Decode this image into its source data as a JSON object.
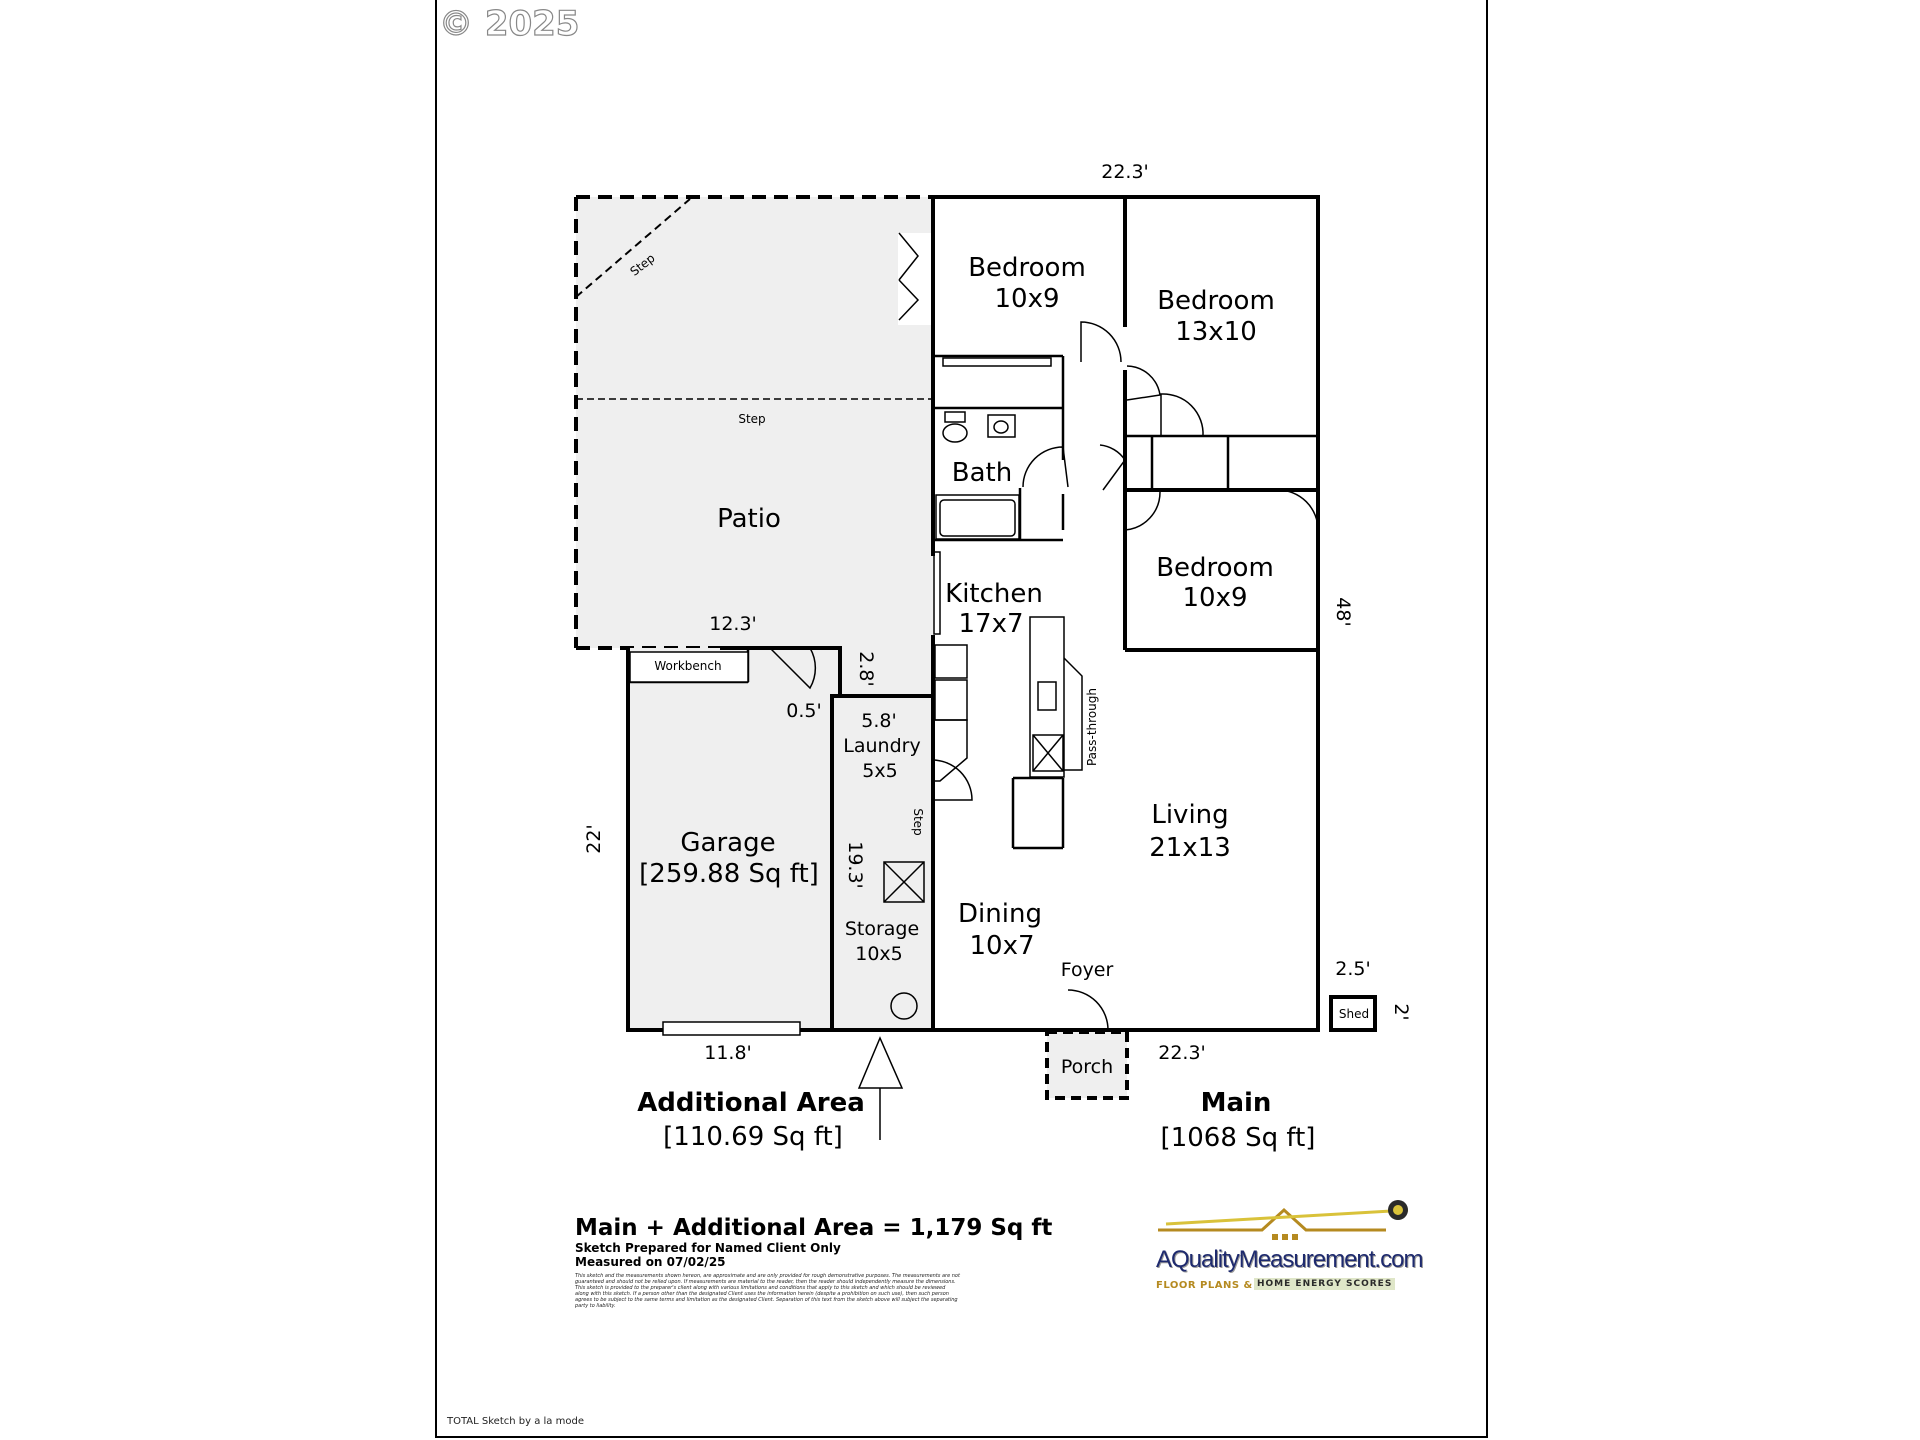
{
  "copyright": "© 2025",
  "footer_credit": "TOTAL Sketch by a la mode",
  "rooms": {
    "bedroom1": {
      "name": "Bedroom",
      "size": "10x9"
    },
    "bedroom2": {
      "name": "Bedroom",
      "size": "13x10"
    },
    "bedroom3": {
      "name": "Bedroom",
      "size": "10x9"
    },
    "bath": {
      "name": "Bath"
    },
    "patio": {
      "name": "Patio"
    },
    "kitchen": {
      "name": "Kitchen",
      "size": "17x7"
    },
    "laundry": {
      "name": "Laundry",
      "size": "5x5"
    },
    "garage": {
      "name": "Garage",
      "area": "[259.88 Sq ft]"
    },
    "storage": {
      "name": "Storage",
      "size": "10x5"
    },
    "dining": {
      "name": "Dining",
      "size": "10x7"
    },
    "living": {
      "name": "Living",
      "size": "21x13"
    },
    "foyer": {
      "name": "Foyer"
    },
    "porch": {
      "name": "Porch"
    },
    "shed": {
      "name": "Shed"
    }
  },
  "labels": {
    "step": "Step",
    "workbench": "Workbench",
    "pass_through": "Pass-through"
  },
  "dimensions": {
    "top": "22.3'",
    "right": "48'",
    "patio_bottom": "12.3'",
    "patio_step_height": "2.8'",
    "offset": "0.5'",
    "laundry_width": "5.8'",
    "garage_height": "22'",
    "storage_height": "19.3'",
    "garage_bottom": "11.8'",
    "main_bottom": "22.3'",
    "shed_width": "2.5'",
    "shed_height": "2'"
  },
  "areas": {
    "additional": {
      "title": "Additional Area",
      "value": "[110.69 Sq ft]"
    },
    "main": {
      "title": "Main",
      "value": "[1068 Sq ft]"
    }
  },
  "summary": {
    "total": "Main + Additional Area = 1,179 Sq ft",
    "prepared": "Sketch Prepared for Named Client Only",
    "measured": "Measured on 07/02/25",
    "disclaimer": "This sketch and the measurements shown hereon, are approximate and are only provided for rough demonstrative purposes. The measurements are not guaranteed and should not be relied upon. If measurements are material to the reader, then the reader should independently measure the dimensions. This sketch is provided to the preparer's client along with various limitations and conditions that apply to this sketch and which should be reviewed along with this sketch. If a person other than the designated Client uses the information herein (despite a prohibition on such use), then such person agrees to be subject to the same terms and limitation as the designated Client. Separation of this text from the sketch above will subject the separating party to liability."
  },
  "logo": {
    "brand": "AQualityMeasurement.com",
    "tag1": "FLOOR PLANS &",
    "tag2": "HOME ENERGY SCORES"
  },
  "colors": {
    "wall": "#000000",
    "exterior_fill": "#efefef",
    "logo_navy": "#1e2a6e",
    "logo_gold": "#b58a20"
  }
}
